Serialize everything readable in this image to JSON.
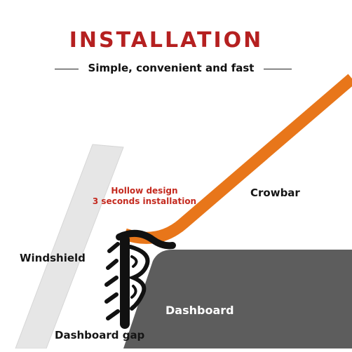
{
  "header": {
    "title": "INSTALLATION",
    "subtitle": "Simple, convenient and fast"
  },
  "labels": {
    "feature_line1": "Hollow design",
    "feature_line2": "3 seconds installation",
    "crowbar": "Crowbar",
    "windshield": "Windshield",
    "dashboard": "Dashboard",
    "dashboard_gap": "Dashboard gap"
  },
  "colors": {
    "title": "#b52020",
    "feature_text": "#c42a1f",
    "crowbar": "#e8761a",
    "dashboard": "#5d5d5d",
    "windshield": "#e6e6e6",
    "seal": "#111111"
  }
}
